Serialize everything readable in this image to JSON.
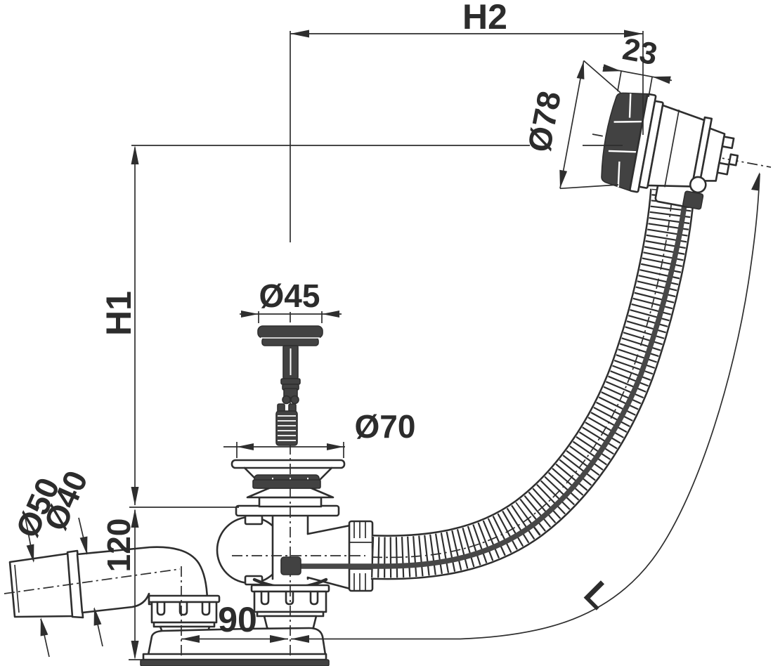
{
  "diagram": {
    "type": "technical-drawing",
    "subject": "bathtub waste and overflow set with cable-operated drain, side view with dimensions",
    "background_color": "#ffffff",
    "line_color": "#2e2e2e",
    "dark_fill_color": "#424242",
    "labels": {
      "h2": "H2",
      "h1": "H1",
      "d78": "Ø78",
      "t23": "23",
      "d45": "Ø45",
      "d70": "Ø70",
      "d50": "Ø50",
      "d40": "Ø40",
      "v120": "120",
      "v90": "90",
      "l": "L"
    },
    "components": [
      "overflow-head",
      "corrugated-hose",
      "control-cable",
      "waste-stopper",
      "threaded-insert",
      "drain-flange",
      "strainer-grate",
      "drain-body-with-ball-joint",
      "hose-union-nut",
      "drain-locknut",
      "base-washer",
      "outlet-elbow"
    ]
  }
}
